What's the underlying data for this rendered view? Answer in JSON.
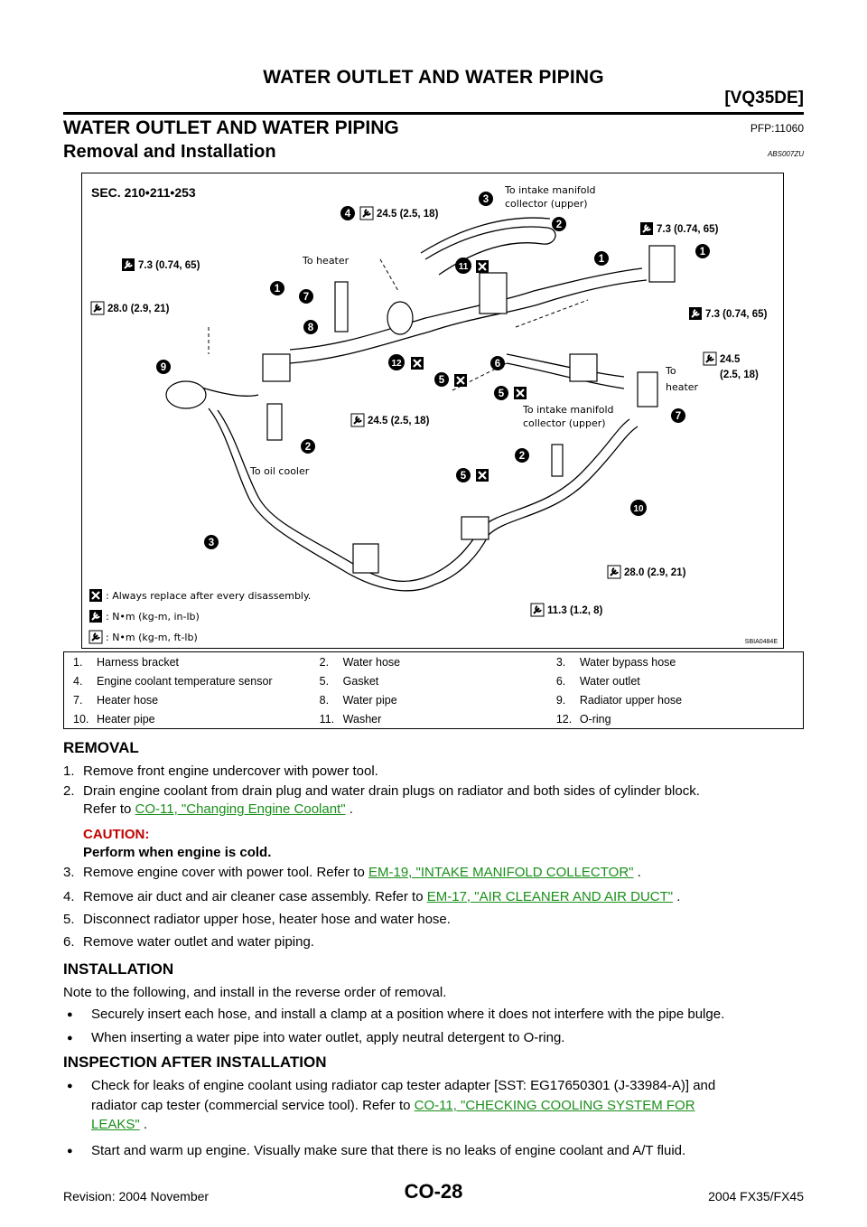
{
  "header": {
    "title": "WATER OUTLET AND WATER PIPING",
    "engine": "[VQ35DE]"
  },
  "section": {
    "title": "WATER OUTLET AND WATER PIPING",
    "pfp": "PFP:11060",
    "subtitle": "Removal and Installation",
    "abs_code": "ABS007ZU"
  },
  "figure": {
    "sec": "SEC. 210•211•253",
    "code": "SBIA0484E",
    "callouts": [
      "1",
      "2",
      "3",
      "4",
      "5",
      "6",
      "7",
      "8",
      "9",
      "10",
      "11",
      "12"
    ],
    "torques": {
      "t_4": "24.5 (2.5, 18)",
      "t_nm_top_left": "7.3 (0.74, 65)",
      "t_nm_top_right": "7.3 (0.74, 65)",
      "t_nm_right": "7.3 (0.74, 65)",
      "t_left": "28.0 (2.9, 21)",
      "t_mid": "24.5 (2.5, 18)",
      "t_right_a": "24.5",
      "t_right_b": "(2.5, 18)",
      "t_bottom_right": "28.0 (2.9, 21)",
      "t_bottom": "11.3 (1.2, 8)"
    },
    "labels": {
      "to_heater_1": "To heater",
      "to_heater_2a": "To",
      "to_heater_2b": "heater",
      "intake_upper_a": "To intake manifold",
      "intake_upper_b": "collector (upper)",
      "intake_lower_a": "To intake manifold",
      "intake_lower_b": "collector (upper)",
      "oil_cooler": "To oil cooler"
    },
    "legend": [
      ": Always replace after every disassembly.",
      ": N•m (kg-m, in-lb)",
      ": N•m (kg-m, ft-lb)"
    ]
  },
  "parts": [
    [
      "1.",
      "Harness bracket",
      "2.",
      "Water hose",
      "3.",
      "Water bypass hose"
    ],
    [
      "4.",
      "Engine coolant temperature sensor",
      "5.",
      "Gasket",
      "6.",
      "Water outlet"
    ],
    [
      "7.",
      "Heater hose",
      "8.",
      "Water pipe",
      "9.",
      "Radiator upper hose"
    ],
    [
      "10.",
      "Heater pipe",
      "11.",
      "Washer",
      "12.",
      "O-ring"
    ]
  ],
  "removal": {
    "heading": "REMOVAL",
    "s1_num": "1.",
    "s1": "Remove front engine undercover with power tool.",
    "s2_num": "2.",
    "s2a": "Drain engine coolant from drain plug and water drain plugs on radiator and both sides of cylinder block.",
    "s2b_pre": "Refer to ",
    "s2b_link": "CO-11, \"Changing Engine Coolant\"",
    "s2b_post": " .",
    "caution_label": "CAUTION:",
    "caution_text": "Perform when engine is cold.",
    "s3_num": "3.",
    "s3_pre": "Remove engine cover with power tool. Refer to ",
    "s3_link": "EM-19, \"INTAKE MANIFOLD COLLECTOR\"",
    "s3_post": " .",
    "s4_num": "4.",
    "s4_pre": "Remove air duct and air cleaner case assembly. Refer to ",
    "s4_link": "EM-17, \"AIR CLEANER AND AIR DUCT\"",
    "s4_post": " .",
    "s5_num": "5.",
    "s5": "Disconnect radiator upper hose, heater hose and water hose.",
    "s6_num": "6.",
    "s6": "Remove water outlet and water piping."
  },
  "installation": {
    "heading": "INSTALLATION",
    "intro": "Note to the following, and install in the reverse order of removal.",
    "b1": "Securely insert each hose, and install a clamp at a position where it does not interfere with the pipe bulge.",
    "b2": "When inserting a water pipe into water outlet, apply neutral detergent to O-ring."
  },
  "inspection": {
    "heading": "INSPECTION AFTER INSTALLATION",
    "b1a": "Check for leaks of engine coolant using radiator cap tester adapter [SST: EG17650301 (J-33984-A)] and",
    "b1b_pre": "radiator cap tester (commercial service tool). Refer to ",
    "b1b_link": "CO-11, \"CHECKING COOLING SYSTEM FOR",
    "b1c_link": "LEAKS\"",
    "b1c_post": " .",
    "b2": "Start and warm up engine. Visually make sure that there is no leaks of engine coolant and A/T fluid."
  },
  "footer": {
    "revision": "Revision: 2004 November",
    "page": "CO-28",
    "model": "2004 FX35/FX45"
  }
}
